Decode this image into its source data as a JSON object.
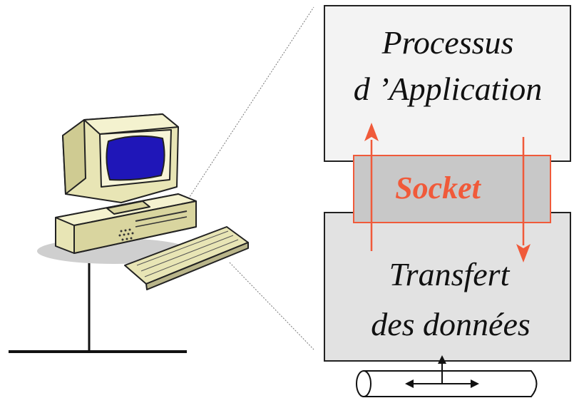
{
  "application_box": {
    "line1": "Processus",
    "line2": "d ’Application"
  },
  "socket_box": {
    "label": "Socket"
  },
  "transport_box": {
    "line1": "Transfert",
    "line2": "des données"
  },
  "colors": {
    "box_fill_light": "#f3f3f3",
    "box_fill_mid": "#e2e2e2",
    "socket_fill": "#c8c8c8",
    "socket_accent": "#f05a3a",
    "monitor_screen": "#1f16b8",
    "computer_beige": "#e8e5b5",
    "outline": "#222222"
  },
  "icons": [
    "computer-icon",
    "network-cable-icon",
    "up-arrow-icon",
    "down-arrow-icon",
    "bidirectional-arrow-icon"
  ]
}
